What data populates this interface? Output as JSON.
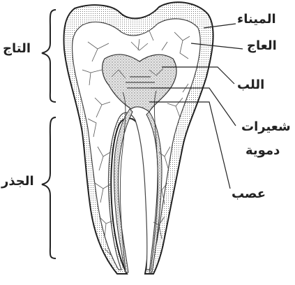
{
  "labels": {
    "crown": "التاج",
    "root": "الجذر",
    "enamel": "الميناء",
    "dentin": "العاج",
    "pulp": "اللب",
    "capillaries_line1": "شعيرات",
    "capillaries_line2": "دموية",
    "nerve": "عصب"
  },
  "colors": {
    "ink": "#222222",
    "background": "#ffffff",
    "pulp_fill": "#d8d8d8"
  }
}
